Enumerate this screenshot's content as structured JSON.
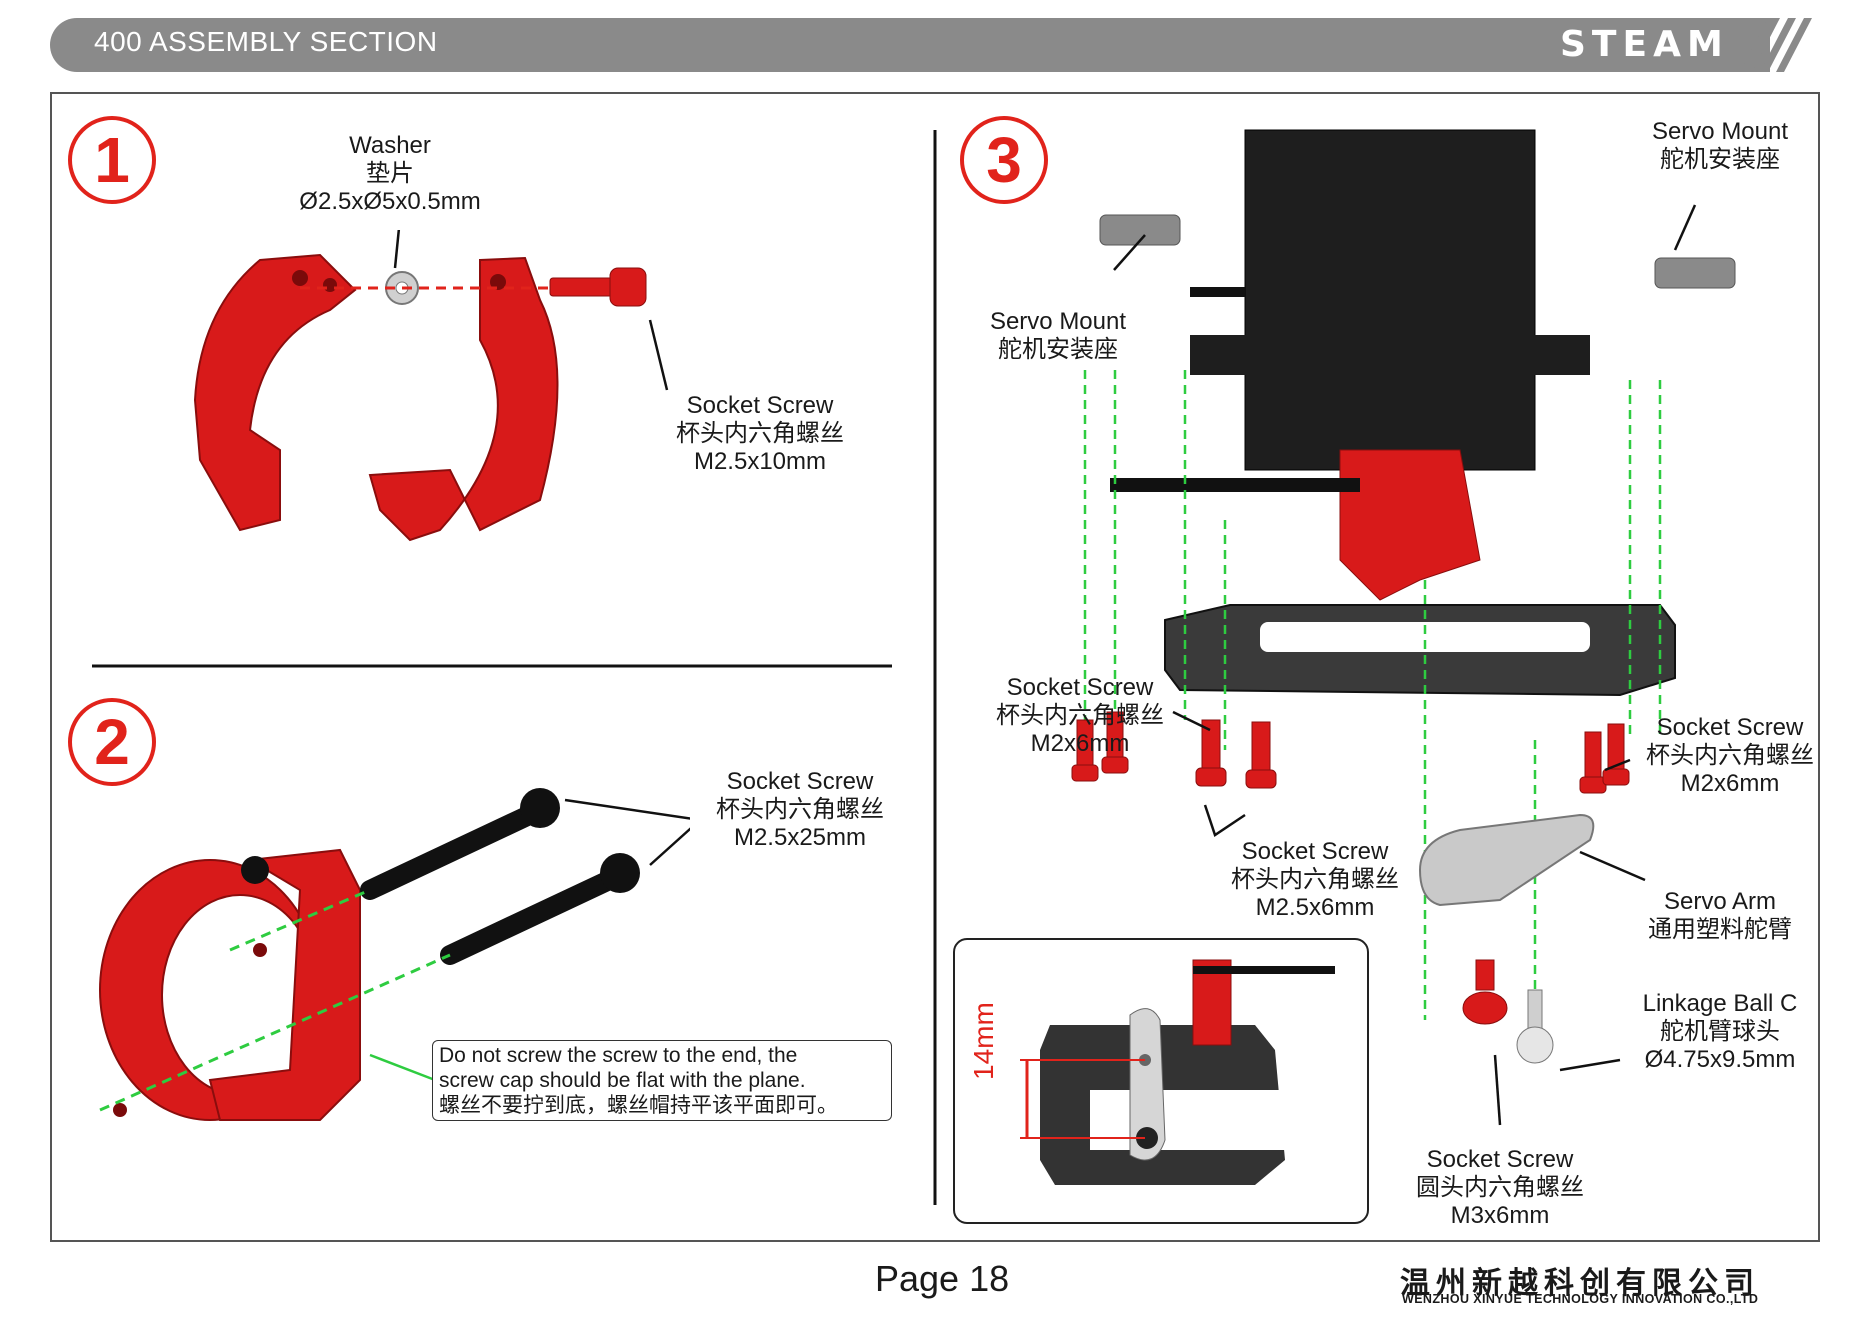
{
  "header": {
    "section_title": "400 ASSEMBLY SECTION",
    "brand": "STEAM"
  },
  "steps": [
    {
      "number": "1"
    },
    {
      "number": "2"
    },
    {
      "number": "3"
    }
  ],
  "step1": {
    "washer": {
      "en": "Washer",
      "cn": "垫片",
      "spec": "Ø2.5xØ5x0.5mm"
    },
    "socket_screw": {
      "en": "Socket Screw",
      "cn": "杯头内六角螺丝",
      "spec": "M2.5x10mm"
    }
  },
  "step2": {
    "socket_screw": {
      "en": "Socket Screw",
      "cn": "杯头内六角螺丝",
      "spec": "M2.5x25mm"
    },
    "note": {
      "line1": "Do not screw the screw to the end, the",
      "line2": "screw cap should be flat with the plane.",
      "line3": "螺丝不要拧到底，螺丝帽持平该平面即可。"
    }
  },
  "step3": {
    "servo_mount_left": {
      "en": "Servo Mount",
      "cn": "舵机安装座"
    },
    "servo_mount_right": {
      "en": "Servo Mount",
      "cn": "舵机安装座"
    },
    "screw_m2_left": {
      "en": "Socket Screw",
      "cn": "杯头内六角螺丝",
      "spec": "M2x6mm"
    },
    "screw_m2_right": {
      "en": "Socket Screw",
      "cn": "杯头内六角螺丝",
      "spec": "M2x6mm"
    },
    "screw_m25": {
      "en": "Socket Screw",
      "cn": "杯头内六角螺丝",
      "spec": "M2.5x6mm"
    },
    "servo_arm": {
      "en": "Servo Arm",
      "cn": "通用塑料舵臂"
    },
    "linkage_ball": {
      "en": "Linkage Ball C",
      "cn": "舵机臂球头",
      "spec": "Ø4.75x9.5mm"
    },
    "screw_m3": {
      "en": "Socket Screw",
      "cn": "圆头内六角螺丝",
      "spec": "M3x6mm"
    },
    "dimension": "14mm"
  },
  "footer": {
    "page": "Page 18",
    "company_cn": "温州新越科创有限公司",
    "company_en": "WENZHOU XINYUE TECHNOLOGY INNOVATION CO.,LTD"
  },
  "colors": {
    "accent_red": "#e1231b",
    "header_gray": "#8a8a8a",
    "guide_green": "#2ecc40",
    "part_black": "#1e1e1e"
  }
}
